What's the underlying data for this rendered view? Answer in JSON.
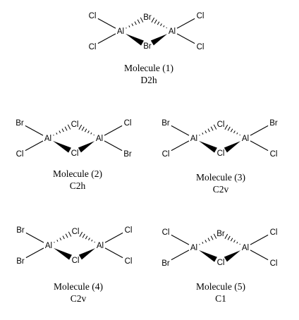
{
  "molecules": [
    {
      "name": "Molecule (1)",
      "group": "D2h",
      "atoms": {
        "al1": "Al",
        "al2": "Al",
        "top": "Br",
        "bottom": "Br",
        "l_top": "Cl",
        "l_bot": "Cl",
        "r_top": "Cl",
        "r_bot": "Cl"
      }
    },
    {
      "name": "Molecule (2)",
      "group": "C2h",
      "atoms": {
        "al1": "Al",
        "al2": "Al",
        "top": "Cl",
        "bottom": "Cl",
        "l_top": "Br",
        "l_bot": "Cl",
        "r_top": "Cl",
        "r_bot": "Br"
      }
    },
    {
      "name": "Molecule (3)",
      "group": "C2v",
      "atoms": {
        "al1": "Al",
        "al2": "Al",
        "top": "Cl",
        "bottom": "Cl",
        "l_top": "Br",
        "l_bot": "Cl",
        "r_top": "Br",
        "r_bot": "Cl"
      }
    },
    {
      "name": "Molecule (4)",
      "group": "C2v",
      "atoms": {
        "al1": "Al",
        "al2": "Al",
        "top": "Cl",
        "bottom": "Cl",
        "l_top": "Br",
        "l_bot": "Br",
        "r_top": "Cl",
        "r_bot": "Cl"
      }
    },
    {
      "name": "Molecule (5)",
      "group": "C1",
      "atoms": {
        "al1": "Al",
        "al2": "Al",
        "top": "Br",
        "bottom": "Cl",
        "l_top": "Cl",
        "l_bot": "Br",
        "r_top": "Cl",
        "r_bot": "Cl"
      }
    }
  ]
}
